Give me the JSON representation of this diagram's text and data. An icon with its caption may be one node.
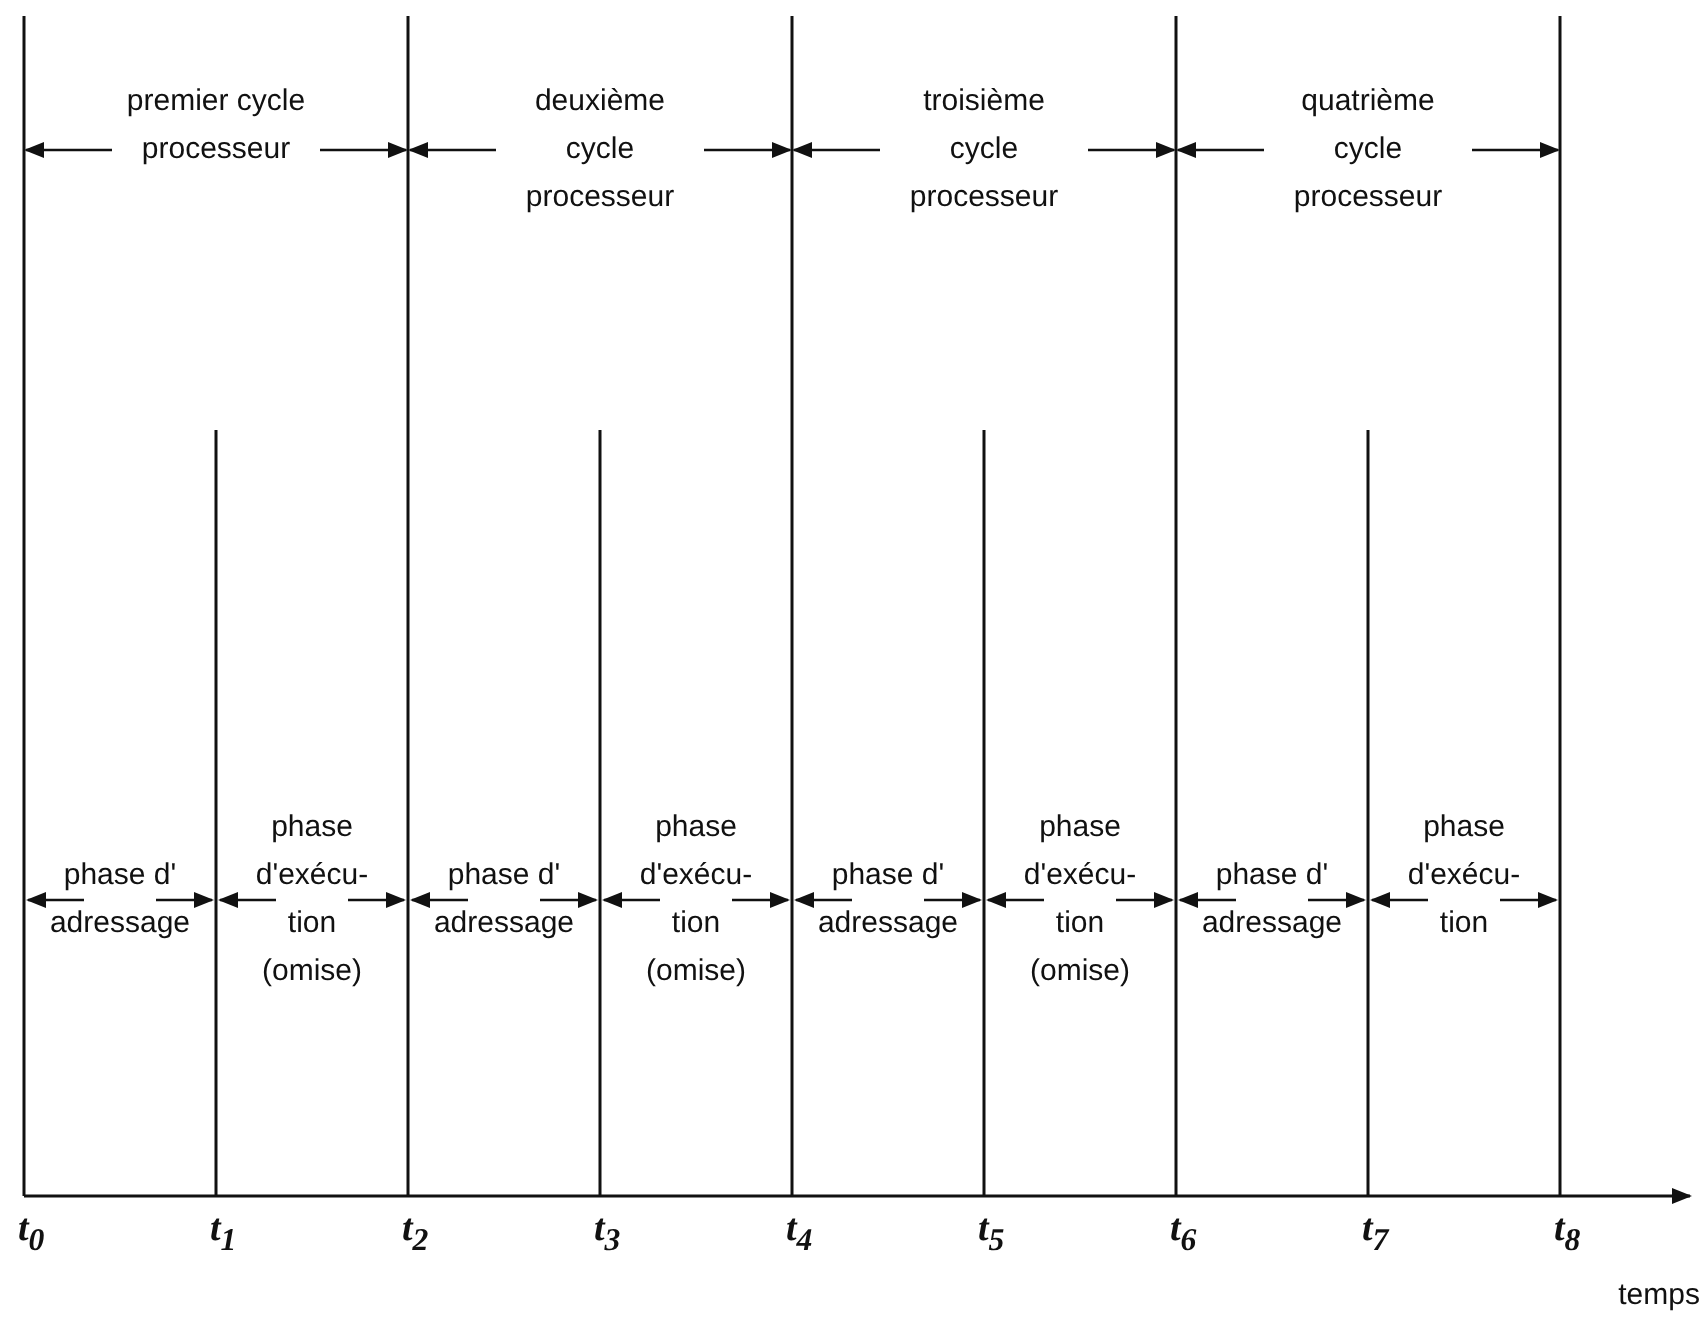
{
  "diagram": {
    "labels": [
      "premier cycle processeur",
      "deuxième cycle processeur",
      "troisième cycle processeur",
      "quatrième cycle processeur",
      "phase d' adressage",
      "phase d'exécu- tion (omise)",
      "phase d' adressage",
      "phase d'exécu- tion (omise)",
      "phase d' adressage",
      "phase d'exécu- tion (omise)",
      "phase d' adressage",
      "phase d'exécu- tion",
      "t$_{0}$",
      "t$_{1}$",
      "t$_{2}$",
      "t$_{3}$",
      "t$_{4}$",
      "t$_{5}$",
      "t$_{6}$",
      "t$_{7}$",
      "t$_{8}$",
      "temps"
    ]
  }
}
